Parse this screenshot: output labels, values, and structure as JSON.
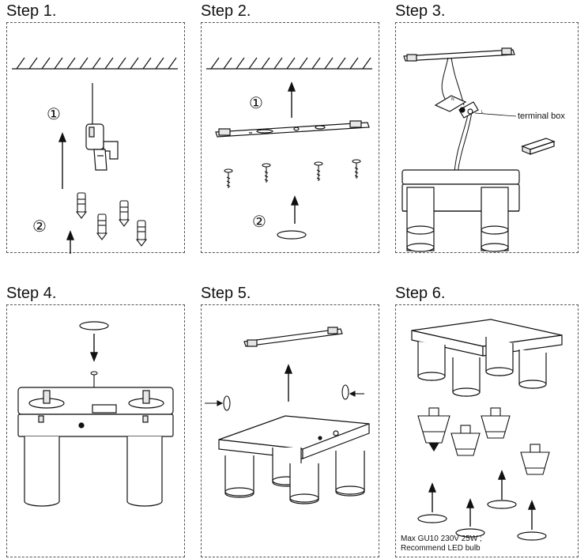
{
  "steps": [
    {
      "title": "Step 1.",
      "markers": [
        "①",
        "②"
      ]
    },
    {
      "title": "Step 2.",
      "markers": [
        "①",
        "②"
      ]
    },
    {
      "title": "Step 3.",
      "callout": "terminal box"
    },
    {
      "title": "Step 4."
    },
    {
      "title": "Step 5."
    },
    {
      "title": "Step 6.",
      "note_line1": "Max GU10 230V 25W ;",
      "note_line2": "Recommend LED bulb"
    }
  ],
  "colors": {
    "line": "#111111",
    "border": "#555555",
    "fill_light": "#e6e6e6"
  }
}
